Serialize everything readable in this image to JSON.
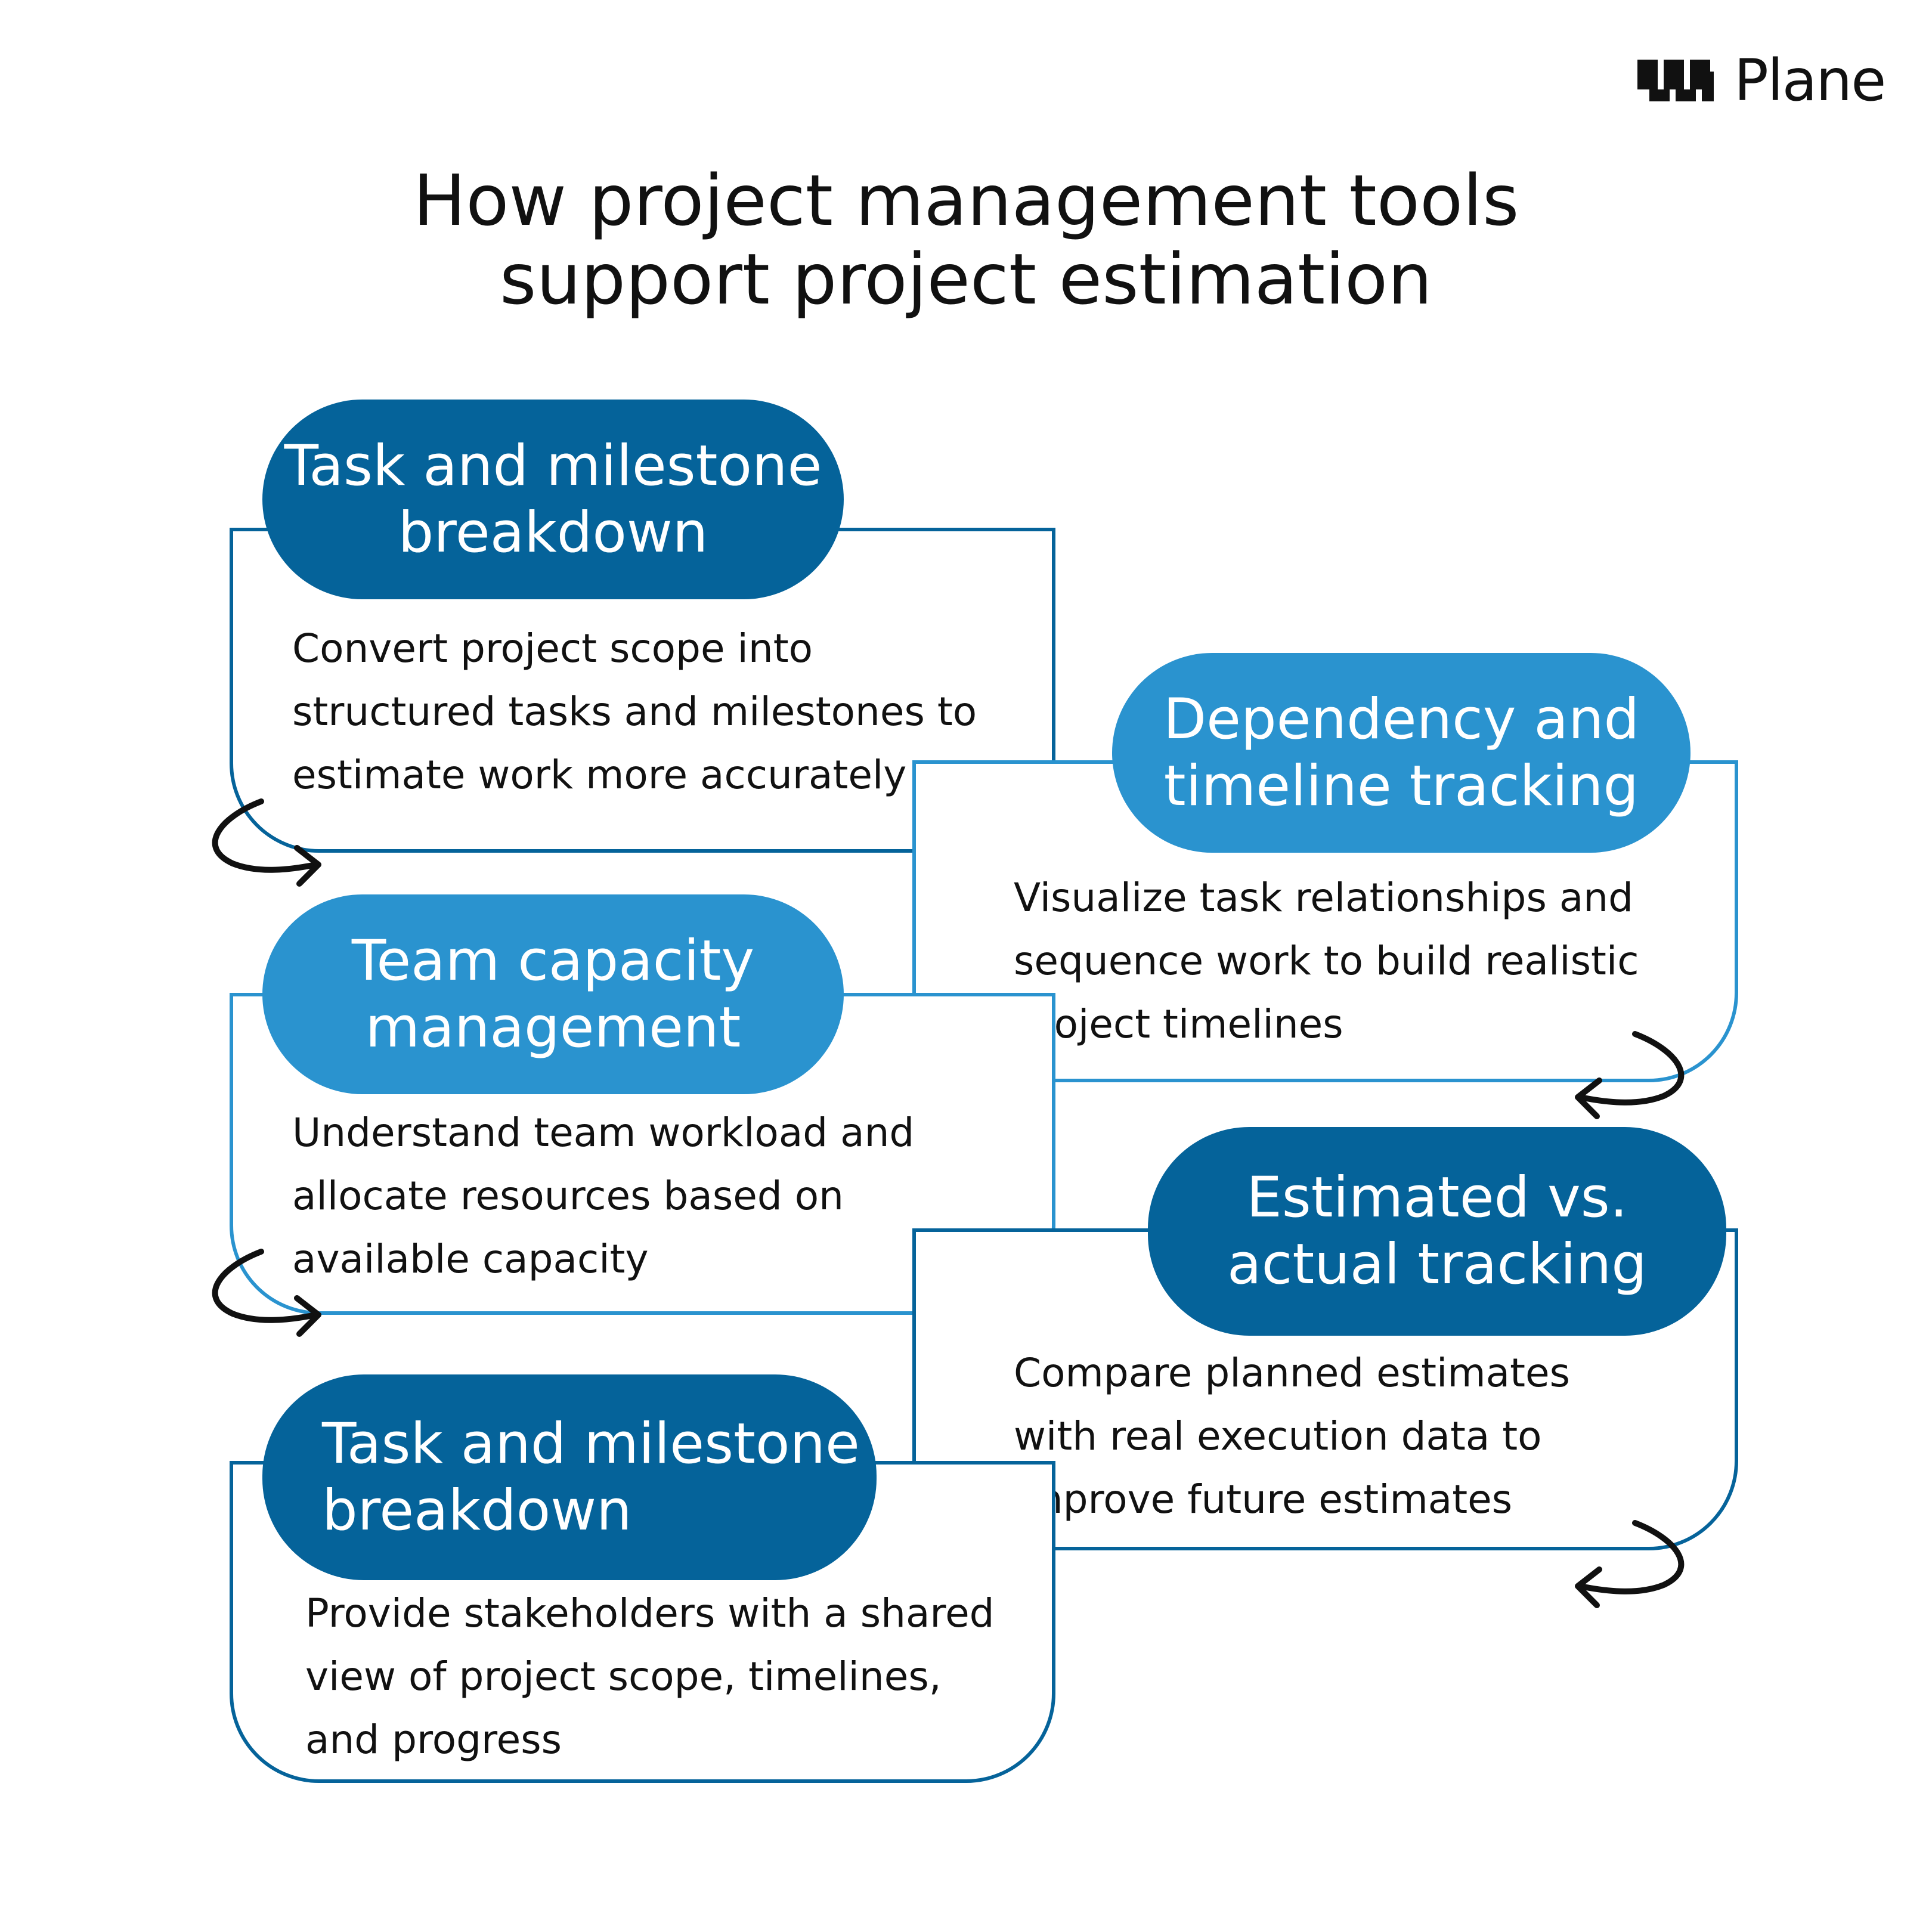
{
  "brand": {
    "name": "Plane",
    "logo_icon": "plane-logo-icon"
  },
  "title": {
    "line1": "How project management tools",
    "line2": "support project estimation"
  },
  "colors": {
    "dark_blue": "#05639A",
    "light_blue": "#2A93CF",
    "text": "#111111",
    "background": "#ffffff"
  },
  "steps": [
    {
      "heading": [
        "Task and milestone",
        "breakdown"
      ],
      "description": [
        "Convert project scope into",
        "structured tasks and milestones to",
        "estimate work more accurately"
      ]
    },
    {
      "heading": [
        "Dependency and",
        "timeline tracking"
      ],
      "description": [
        "Visualize task relationships and",
        "sequence work to build realistic",
        "project timelines"
      ]
    },
    {
      "heading": [
        "Team capacity",
        "management"
      ],
      "description": [
        "Understand team workload and",
        "allocate resources based on",
        "available capacity"
      ]
    },
    {
      "heading": [
        "Estimated vs.",
        "actual tracking"
      ],
      "description": [
        "Compare planned estimates",
        "with real execution data to",
        "improve future estimates"
      ]
    },
    {
      "heading": [
        "Task and milestone",
        "breakdown"
      ],
      "description": [
        "Provide stakeholders with a shared",
        "view of project scope, timelines,",
        "and progress"
      ]
    }
  ]
}
